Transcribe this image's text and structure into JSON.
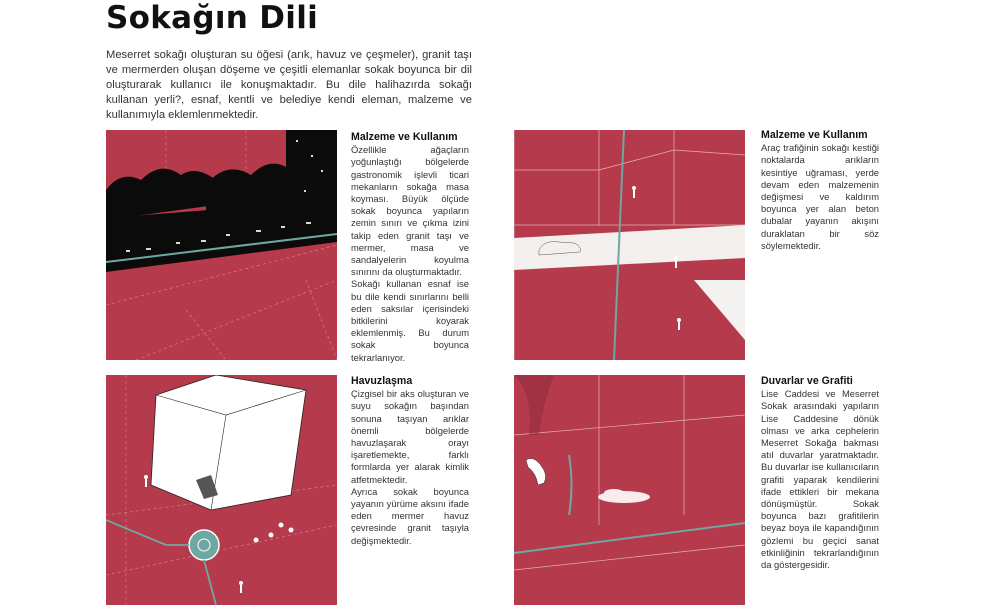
{
  "header": {
    "title": "Sokağın Dili"
  },
  "intro": "Meserret sokağı oluşturan su öğesi (arık, havuz ve çeşmeler), granit taşı ve mermerden oluşan döşeme ve çeşitli elemanlar sokak boyunca bir dil oluşturarak kullanıcı ile konuşmaktadır. Bu dile halihazırda sokağı kullanan yerli?, esnaf, kentli ve belediye kendi eleman, malzeme ve kullanımıyla eklemlenmektedir.",
  "sections": [
    {
      "heading": "Malzeme ve Kullanım",
      "paragraphs": [
        "Özellikle ağaçların yoğunlaştığı bölgelerde gastronomik işlevli ticari mekanların sokağa masa koyması. Büyük ölçüde sokak boyunca yapıların zemin sınırı ve çıkma izini takip eden granit taşı ve mermer, masa ve sandalyelerin koyulma sınırını da oluşturmaktadır.",
        "Sokağı kullanan esnaf ise bu dile kendi sınırlarını belli eden saksılar içerisindeki bitkilerini koyarak eklemlenmiş. Bu durum sokak boyunca tekrarlanıyor."
      ]
    },
    {
      "heading": "Malzeme ve Kullanım",
      "paragraphs": [
        "Araç trafiğinin sokağı kestiği noktalarda arıkların kesintiye uğraması, yerde devam eden malzemenin değişmesi ve kaldırım boyunca yer alan beton dubalar yayanın akışını duraklatan bir söz söylemektedir."
      ]
    },
    {
      "heading": "Havuzlaşma",
      "paragraphs": [
        "Çizgisel bir aks oluşturan ve suyu sokağın başından sonuna taşıyan arıklar önemli bölgelerde havuzlaşarak orayı işaretlemekte, farklı formlarda yer alarak kimlik atfetmektedir.",
        "Ayrıca sokak boyunca yayanın yürüme aksını ifade eden mermer havuz çevresinde granit taşıyla değişmektedir."
      ]
    },
    {
      "heading": "Duvarlar ve Grafiti",
      "paragraphs": [
        "Lise Caddesi ve Meserret Sokak arasındaki yapıların Lise Caddesine dönük olması ve arka cephelerin Meserret Sokağa bakması atıl duvarlar yaratmaktadır. Bu duvarlar ise kullanıcıların grafiti yaparak kendilerini ifade ettikleri bir mekana dönüşmüştür. Sokak boyunca bazı grafitilerin beyaz boya ile kapandığının gözlemi bu geçici sanat etkinliğinin tekrarlandığının da göstergesidir."
      ]
    }
  ],
  "colors": {
    "panel": "#b53a4c",
    "water": "#6fa7a3",
    "ink": "#111111"
  }
}
